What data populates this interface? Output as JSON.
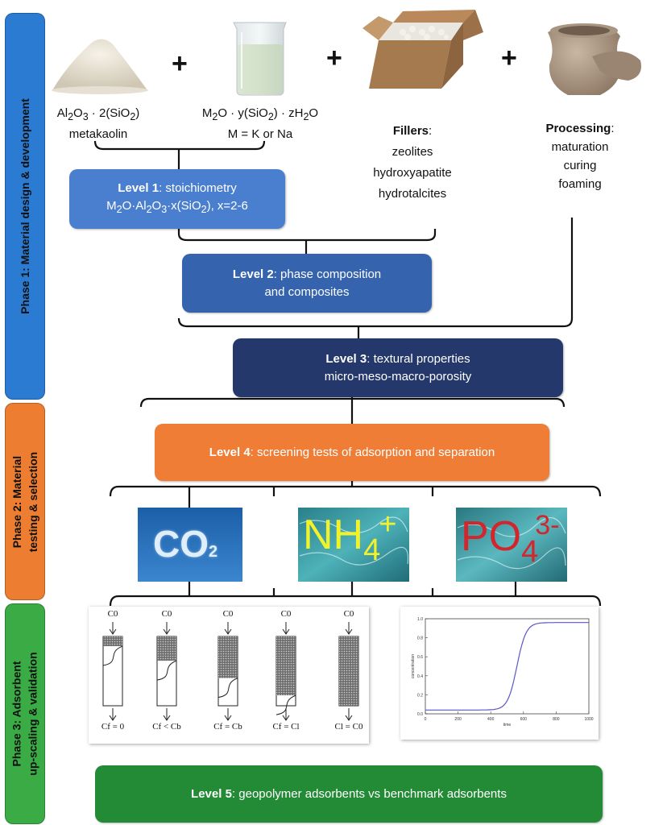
{
  "phases": [
    {
      "label_line1": "Phase 1: Material design & development",
      "label_line2": "",
      "color": "#2b7bd3"
    },
    {
      "label_line1": "Phase 2: Material",
      "label_line2": "testing & selection",
      "color": "#ed7d31"
    },
    {
      "label_line1": "Phase 3: Adsorbent",
      "label_line2": "up-scaling & validation",
      "color": "#3aab45"
    }
  ],
  "inputs": {
    "metakaolin": {
      "formula": "Al2O3 · 2(SiO2)",
      "name": "metakaolin"
    },
    "silicate": {
      "formula": "M2O · y(SiO2) · zH2O",
      "note": "M = K or Na"
    },
    "fillers": {
      "title": "Fillers",
      "items": [
        "zeolites",
        "hydroxyapatite",
        "hydrotalcites"
      ]
    },
    "processing": {
      "title": "Processing",
      "items": [
        "maturation",
        "curing",
        "foaming"
      ]
    },
    "plus": "+"
  },
  "levels": [
    {
      "bold": "Level 1",
      "text": ": stoichiometry",
      "line2": "M2O·Al2O3·x(SiO2), x=2-6",
      "color": "#4a7fd0"
    },
    {
      "bold": "Level 2",
      "text": ": phase composition",
      "line2": "and composites",
      "color": "#3563ad"
    },
    {
      "bold": "Level 3",
      "text": ": textural properties",
      "line2": "micro-meso-macro-porosity",
      "color": "#24386b"
    },
    {
      "bold": "Level 4",
      "text": ": screening tests of adsorption and separation",
      "line2": "",
      "color": "#ef7d35"
    },
    {
      "bold": "Level 5",
      "text": ": geopolymer adsorbents vs  benchmark adsorbents",
      "line2": "",
      "color": "#238b36"
    }
  ],
  "targets": {
    "co2": {
      "main": "CO",
      "sub": "2"
    },
    "nh4": {
      "main": "NH",
      "sub": "4",
      "sup": "+"
    },
    "po4": {
      "main": "PO",
      "sub": "4",
      "sup": "3-"
    }
  },
  "columns": {
    "inlet": "C0",
    "outlets": [
      "Cf = 0",
      "Cf < Cb",
      "Cf = Cb",
      "Cf = Cl",
      "Cl = C0"
    ],
    "fill_fractions": [
      0.14,
      0.35,
      0.6,
      0.85,
      1.0
    ]
  },
  "breakthrough": {
    "ylabel": "concentration",
    "xlabel": "time",
    "xticks": [
      "0",
      "200",
      "400",
      "600",
      "800",
      "1000"
    ],
    "yticks": [
      "0.0",
      "0.2",
      "0.4",
      "0.6",
      "0.8",
      "1.0"
    ],
    "curve_color": "#5a57c8"
  }
}
